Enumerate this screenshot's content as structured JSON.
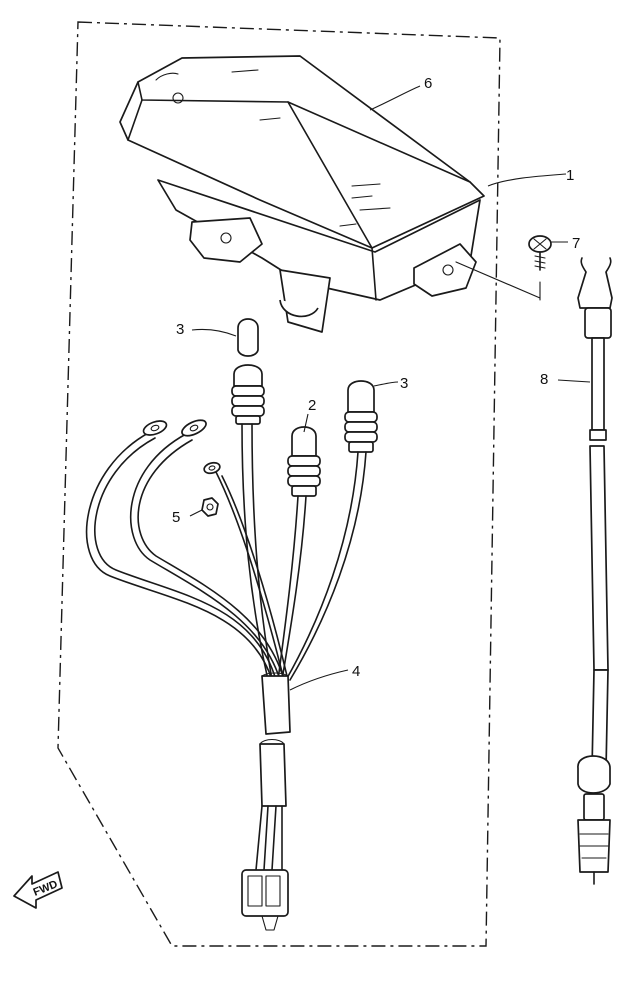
{
  "callouts": {
    "c1": "1",
    "c2": "2",
    "c3a": "3",
    "c3b": "3",
    "c4": "4",
    "c5": "5",
    "c6": "6",
    "c7": "7",
    "c8": "8"
  },
  "fwd_label": "FWD"
}
